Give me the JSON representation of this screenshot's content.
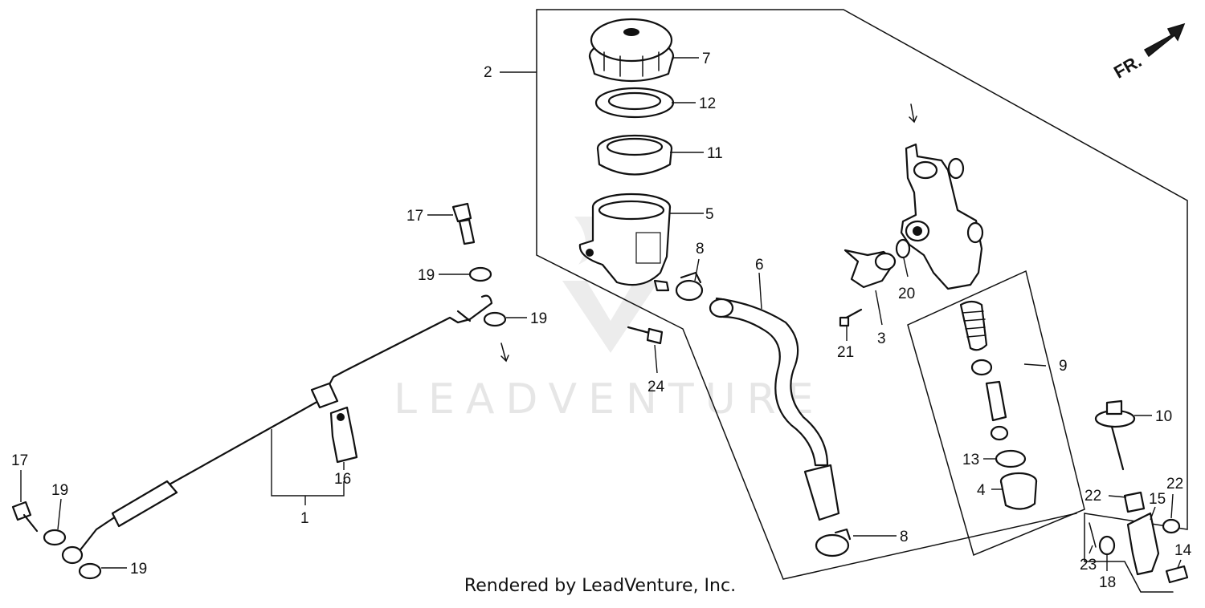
{
  "diagram": {
    "watermark_text": "LEADVENTURE",
    "front_indicator": "FR.",
    "credit": "Rendered by LeadVenture, Inc.",
    "callouts": {
      "p1": "1",
      "p2": "2",
      "p3": "3",
      "p4": "4",
      "p5": "5",
      "p6": "6",
      "p7": "7",
      "p8a": "8",
      "p8b": "8",
      "p9": "9",
      "p10": "10",
      "p11": "11",
      "p12": "12",
      "p13": "13",
      "p14": "14",
      "p15": "15",
      "p16": "16",
      "p17a": "17",
      "p17b": "17",
      "p18": "18",
      "p19a": "19",
      "p19b": "19",
      "p19c": "19",
      "p19d": "19",
      "p20": "20",
      "p21": "21",
      "p22a": "22",
      "p22b": "22",
      "p23": "23",
      "p24": "24"
    }
  }
}
